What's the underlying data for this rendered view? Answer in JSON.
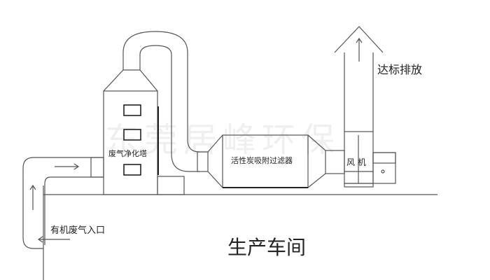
{
  "title": "生产车间",
  "watermark": "东莞居峰环保",
  "labels": {
    "inlet": "有机废气入口",
    "tower": "废气净化塔",
    "filter": "活性炭吸附过滤器",
    "fan": "风 机",
    "exhaust": "达标排放"
  },
  "colors": {
    "line": "#555555",
    "text": "#222222"
  }
}
